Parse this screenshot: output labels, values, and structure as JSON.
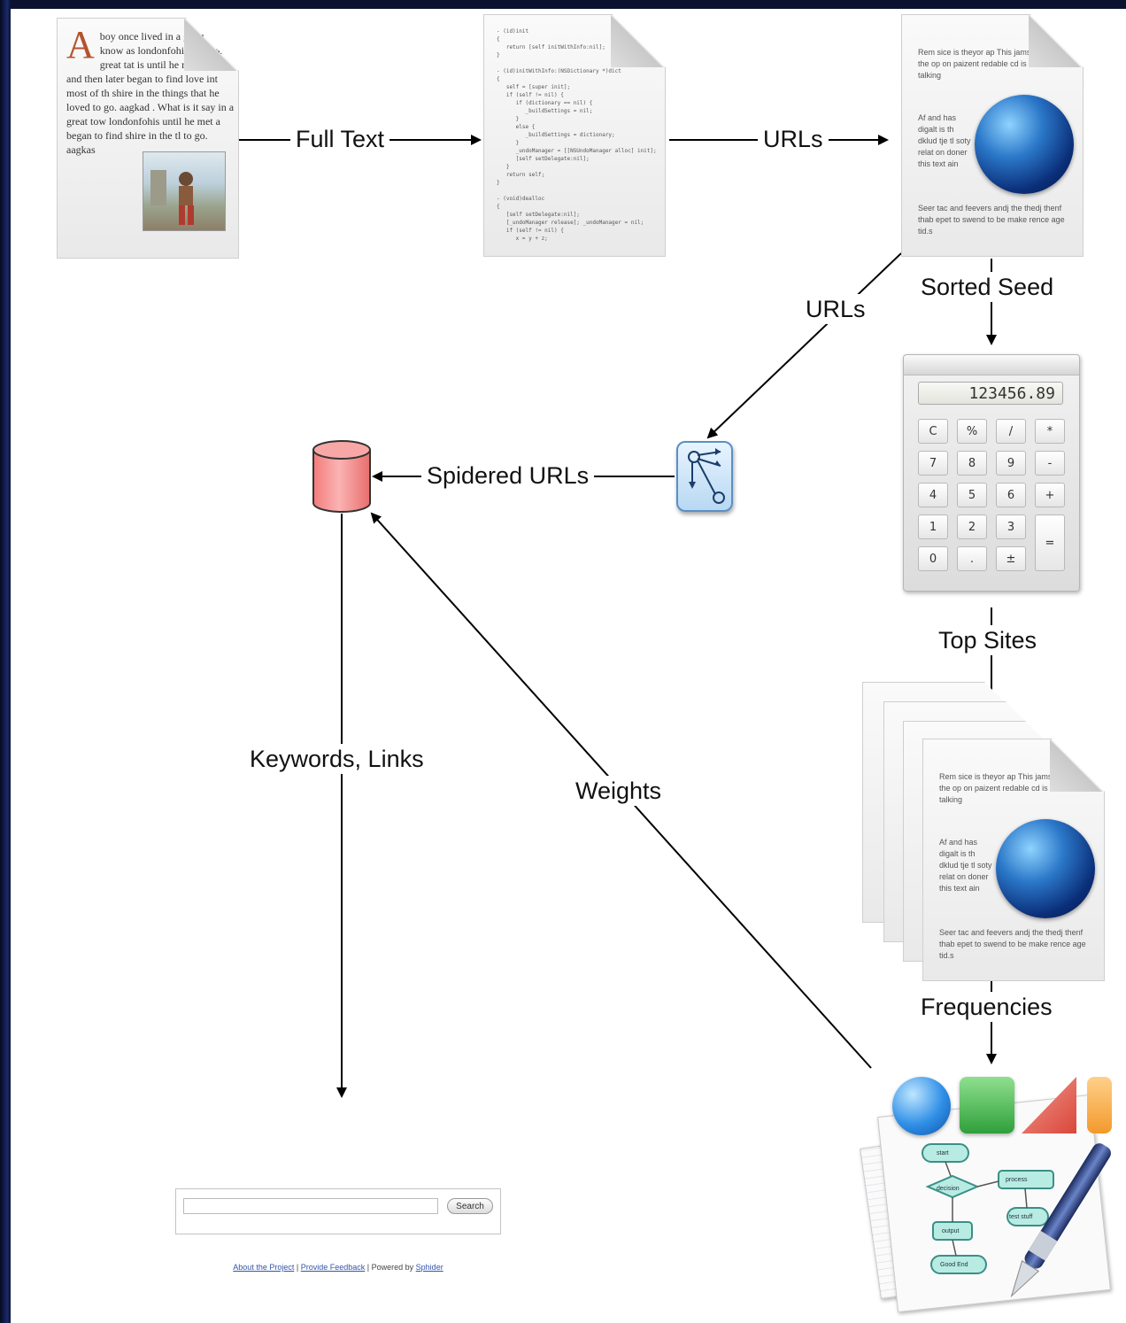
{
  "diagram": {
    "labels": {
      "full_text": "Full Text",
      "urls_top": "URLs",
      "sorted_seed": "Sorted Seed",
      "urls_diag": "URLs",
      "spidered_urls": "Spidered URLs",
      "top_sites": "Top Sites",
      "keywords_links": "Keywords, Links",
      "weights": "Weights",
      "frequencies": "Frequencies"
    },
    "nodes": {
      "story_doc": {
        "dropcap": "A",
        "text": "boy once lived in a great town know as londonfohis life was great tat is until he met a girl and then later began to find love int most of th shire in the things that he loved to go. aagkad . What is it say in a great tow londonfohis until he met a began to find shire in the tl to go. aagkas"
      },
      "code_doc": {
        "text": "- (id)init\n{\n   return [self initWithInfo:nil];\n}\n\n- (id)initWithInfo:(NSDictionary *)dict\n{\n   self = [super init];\n   if (self != nil) {\n      if (dictionary == nil) {\n         _buildSettings = nil;\n      }\n      else {\n         _buildSettings = dictionary;\n      }\n      _undoManager = [[NSUndoManager alloc] init];\n      [self setDelegate:nil];\n   }\n   return self;\n}\n\n- (void)dealloc\n{\n   [self setDelegate:nil];\n   [_undoManager release]; _undoManager = nil;\n   if (self != nil) {\n      x = y + z;"
      },
      "web_doc": {
        "para1": "Rem sice is theyor ap This jams and se is the op on paizent redable cd is for the talking",
        "para2": "Af and has digalt is th dklud tje tl soty relat on doner this text ain",
        "para3": "Seer tac and feevers andj the thedj thenf thab epet to swend to be make rence age tid.s"
      },
      "stack_doc": {
        "para1": "Rem sice is theyor ap This jams and se is the op on paizent redable cd is for the talking",
        "para2": "Af and has digalt is th dklud tje tl soty relat on doner this text ain",
        "para3": "Seer tac and feevers andj the thedj thenf thab epet to swend to be make rence age tid.s"
      },
      "calculator": {
        "display": "123456.89",
        "keys": [
          "C",
          "%",
          "/",
          "*",
          "7",
          "8",
          "9",
          "-",
          "4",
          "5",
          "6",
          "+",
          "1",
          "2",
          "3",
          "=",
          "0",
          ".",
          "±"
        ]
      },
      "omnigraffle": {
        "flow_labels": [
          "start",
          "process",
          "decision",
          "output",
          "test stuff",
          "Good End"
        ]
      }
    },
    "search_page": {
      "search_placeholder": "",
      "search_button": "Search",
      "footer_about": "About the Project",
      "footer_feedback": "Provide Feedback",
      "footer_powered": "| Powered by",
      "footer_sep": "|",
      "footer_spider": "Sphider"
    },
    "colors": {
      "background": "#0b1230",
      "db_fill": "#f59a9a",
      "spider_border": "#5b8fc4",
      "arrow": "#000000"
    }
  }
}
